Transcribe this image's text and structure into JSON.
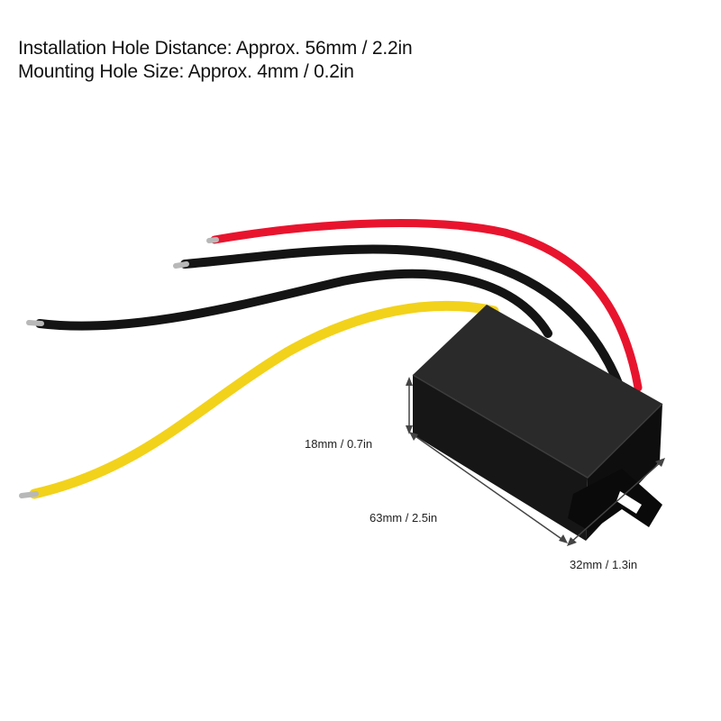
{
  "specs": {
    "hole_distance": "Installation Hole Distance: Approx. 56mm / 2.2in",
    "hole_size": "Mounting Hole Size: Approx. 4mm / 0.2in"
  },
  "dimensions": {
    "height": "18mm / 0.7in",
    "length": "63mm / 2.5in",
    "width": "32mm / 1.3in"
  },
  "colors": {
    "background": "#ffffff",
    "red_wire": "#e8142e",
    "black_wire": "#141414",
    "yellow_wire": "#f2d21a",
    "module_body": "#1c1c1c"
  }
}
